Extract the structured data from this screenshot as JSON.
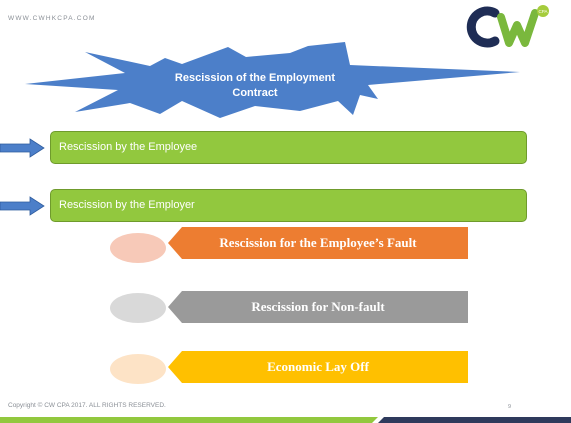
{
  "header": {
    "website": "WWW.CWHKCPA.COM",
    "logo_text": "CW",
    "logo_badge": "CPA"
  },
  "title": {
    "line1": "Rescission of the Employment",
    "line2": "Contract"
  },
  "bars": [
    {
      "label": "Rescission by the Employee"
    },
    {
      "label": "Rescission by the Employer"
    }
  ],
  "sub_items": [
    {
      "label": "Rescission for the Employee’s Fault",
      "color": "#ed7d31",
      "ellipse_color": "#f7c9b8"
    },
    {
      "label": "Rescission for Non-fault",
      "color": "#9a9a9a",
      "ellipse_color": "#d9d9d9"
    },
    {
      "label": "Economic Lay Off",
      "color": "#ffc000",
      "ellipse_color": "#fde3c6"
    }
  ],
  "footer": {
    "copyright": "Copyright © CW CPA 2017. ALL RIGHTS RESERVED.",
    "page_number": "9"
  },
  "colors": {
    "starburst": "#4c7fc9",
    "arrow": "#4c7fc9",
    "bar_green": "#92c83e",
    "footer_green": "#92c83e",
    "footer_navy": "#2e3a5c"
  }
}
